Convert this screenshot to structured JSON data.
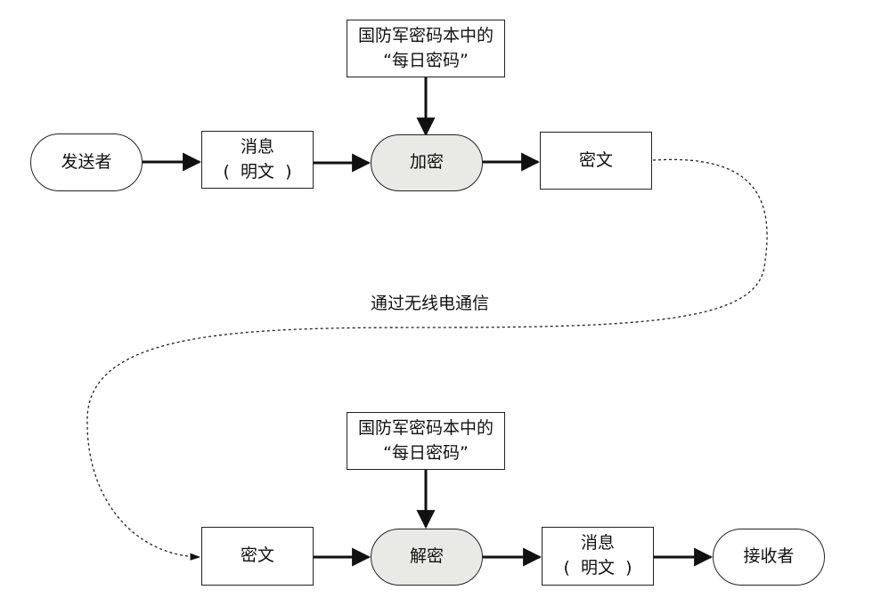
{
  "diagram": {
    "sender": "发送者",
    "message_top": {
      "line1": "消息",
      "line2": "(  明文  )"
    },
    "encrypt": "加密",
    "ciphertext_top": "密文",
    "key_top": {
      "line1": "国防军密码本中的",
      "line2": "“每日密码”"
    },
    "channel": "通过无线电通信",
    "key_bottom": {
      "line1": "国防军密码本中的",
      "line2": "“每日密码”"
    },
    "ciphertext_bottom": "密文",
    "decrypt": "解密",
    "message_bottom": {
      "line1": "消息",
      "line2": "(  明文  )"
    },
    "receiver": "接收者"
  }
}
